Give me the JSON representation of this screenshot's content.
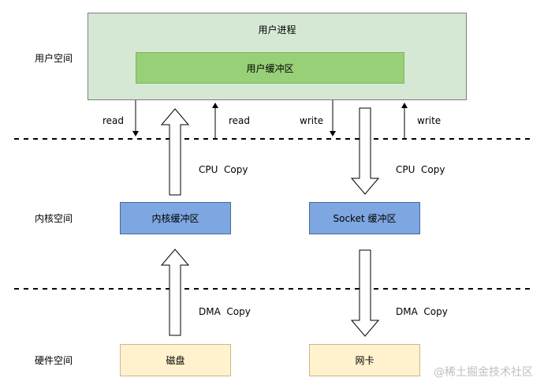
{
  "user_space_label": "用户空间",
  "kernel_space_label": "内核空间",
  "hardware_space_label": "硬件空间",
  "user_process": "用户进程",
  "user_buffer": "用户缓冲区",
  "kernel_buffer": "内核缓冲区",
  "socket_buffer": "Socket 缓冲区",
  "disk": "磁盘",
  "nic": "网卡",
  "read_label_left": "read",
  "read_label_right": "read",
  "write_label_left": "write",
  "write_label_right": "write",
  "cpu_copy_left": "CPU  Copy",
  "cpu_copy_right": "CPU  Copy",
  "dma_copy_left": "DMA  Copy",
  "dma_copy_right": "DMA  Copy",
  "watermark": "@稀土掘金技术社区",
  "colors": {
    "user_process_fill": "#d5e8d4",
    "user_buffer_fill": "#97d077",
    "kernel_buffer_fill": "#7ea6e0",
    "hardware_fill": "#fff2cc"
  }
}
